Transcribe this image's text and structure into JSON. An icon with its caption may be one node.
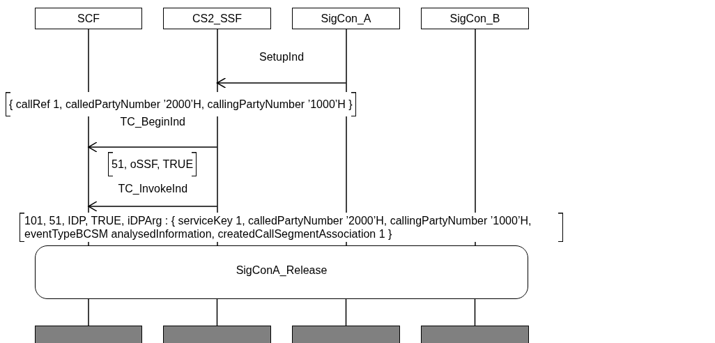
{
  "diagram": {
    "nodes": [
      {
        "text": [
          "SCF"
        ]
      },
      {
        "text": [
          "CS2_SSF"
        ]
      },
      {
        "text": [
          "SigCon_A"
        ]
      },
      {
        "text": [
          "SigCon_B"
        ]
      },
      {
        "text": [
          "SigConA_Release"
        ]
      },
      {
        "text": [],
        "shape": "box"
      },
      {
        "text": [],
        "shape": "box"
      },
      {
        "text": [],
        "shape": "box"
      },
      {
        "text": [],
        "shape": "box"
      }
    ],
    "edges": [
      {
        "from": 2,
        "to": 1,
        "arrow": "to",
        "label": "SetupInd"
      },
      {
        "from": 1,
        "to": 0,
        "arrow": "to",
        "label": "TC_BeginInd"
      },
      {
        "from": 1,
        "to": 0,
        "arrow": "to",
        "label": "TC_InvokeInd"
      },
      {
        "from": 4,
        "to": 5,
        "arrow": "none"
      },
      {
        "from": 4,
        "to": 6,
        "arrow": "none"
      },
      {
        "from": 4,
        "to": 7,
        "arrow": "none"
      },
      {
        "from": 4,
        "to": 8,
        "arrow": "none"
      }
    ],
    "labels": [
      "{ callRef 1, calledPartyNumber ’2000’H, callingPartyNumber ’1000’H }",
      "51, oSSF, TRUE",
      "101, 51, IDP, TRUE, iDPArg : { serviceKey 1, calledPartyNumber ’2000’H, callingPartyNumber ’1000’H, eventTypeBCSM analysedInformation, createdCallSegmentAssociation 1 }"
    ]
  }
}
